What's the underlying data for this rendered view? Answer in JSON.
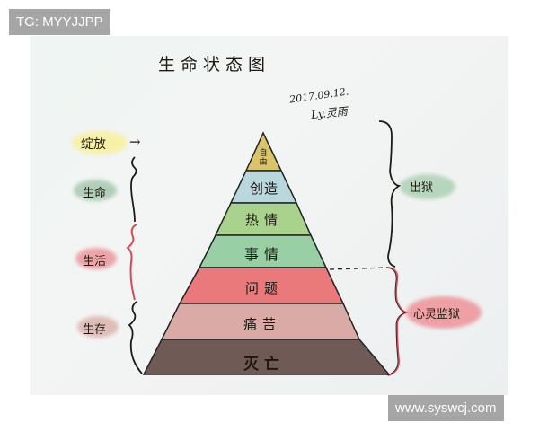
{
  "watermarks": {
    "top_left": "TG: MYYJJPP",
    "bottom_right": "www.syswcj.com"
  },
  "diagram": {
    "title": "生命状态图",
    "date": "2017.09.12.",
    "signature": "Ly.灵雨",
    "pyramid_tiers": [
      {
        "label": "自由",
        "color": "#d9c46a"
      },
      {
        "label": "创造",
        "color": "#b9d8dd"
      },
      {
        "label": "热情",
        "color": "#a9d28c"
      },
      {
        "label": "事情",
        "color": "#98cfa4"
      },
      {
        "label": "问题",
        "color": "#e9797a"
      },
      {
        "label": "痛苦",
        "color": "#d9aaa6"
      },
      {
        "label": "灭亡",
        "color": "#6f5a56"
      }
    ],
    "left_labels": {
      "bloom": "绽放",
      "bloom_arrow": "→",
      "life": "生命",
      "living": "生活",
      "survival": "生存"
    },
    "right_labels": {
      "out_of_prison": "出狱",
      "mind_prison": "心灵监狱"
    },
    "colors": {
      "bloom_highlight": "#f5ef9a",
      "life_highlight": "#8fb79a",
      "living_highlight": "#ec8f95",
      "survival_highlight": "#dcb3ae",
      "bracket_dark": "#1e1a16",
      "bracket_red": "#d64a58",
      "out_highlight": "#a8cfb0",
      "mind_highlight": "#ee8c92"
    }
  }
}
